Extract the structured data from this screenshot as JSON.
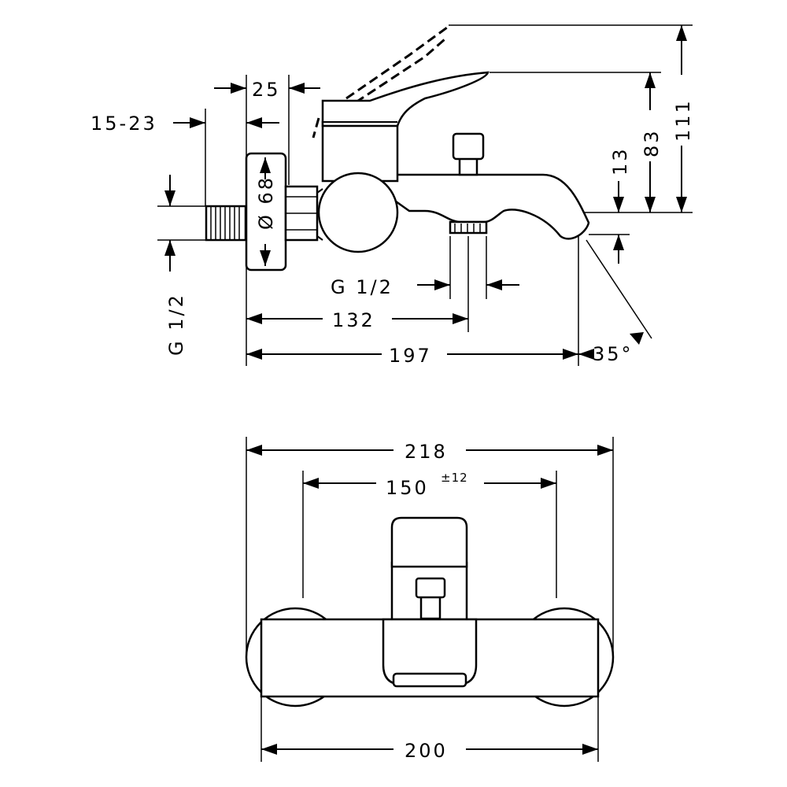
{
  "side_view": {
    "dim_wall_offset": "25",
    "dim_wall_range": "15-23",
    "dim_plate_diameter": "Ø 68",
    "dim_inlet_thread": "G 1/2",
    "dim_outlet_thread": "G 1/2",
    "dim_outlet_distance": "132",
    "dim_spout_length": "197",
    "dim_spout_angle": "35°",
    "dim_outlet_height": "13",
    "dim_lever_height": "83",
    "dim_lever_max_height": "111"
  },
  "front_view": {
    "dim_overall_width": "218",
    "dim_inlet_centers": "150",
    "dim_inlet_tolerance": "±12",
    "dim_body_width": "200"
  },
  "colors": {
    "line": "#000000",
    "background": "#ffffff"
  }
}
